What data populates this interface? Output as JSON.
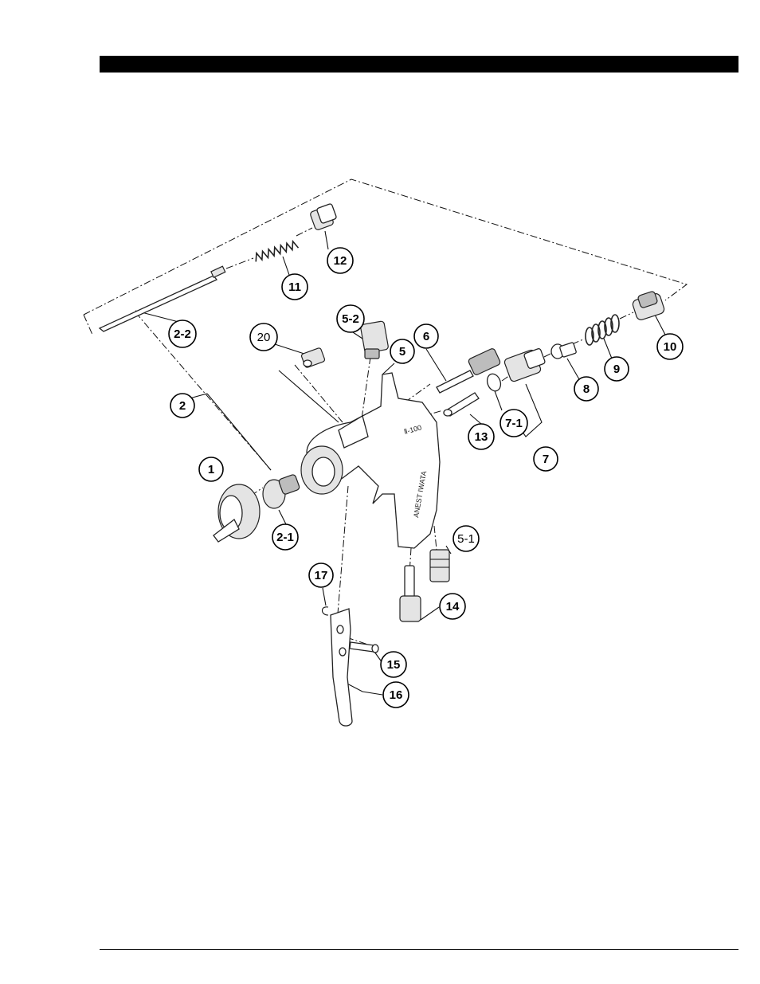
{
  "callouts": [
    {
      "id": "c1",
      "label": "1"
    },
    {
      "id": "c2",
      "label": "2"
    },
    {
      "id": "c2-1",
      "label": "2-1"
    },
    {
      "id": "c2-2",
      "label": "2-2"
    },
    {
      "id": "c5",
      "label": "5"
    },
    {
      "id": "c5-1",
      "label": "5-1"
    },
    {
      "id": "c5-2",
      "label": "5-2"
    },
    {
      "id": "c6",
      "label": "6"
    },
    {
      "id": "c7",
      "label": "7"
    },
    {
      "id": "c7-1",
      "label": "7-1"
    },
    {
      "id": "c8",
      "label": "8"
    },
    {
      "id": "c9",
      "label": "9"
    },
    {
      "id": "c10",
      "label": "10"
    },
    {
      "id": "c11",
      "label": "11"
    },
    {
      "id": "c12",
      "label": "12"
    },
    {
      "id": "c13",
      "label": "13"
    },
    {
      "id": "c14",
      "label": "14"
    },
    {
      "id": "c15",
      "label": "15"
    },
    {
      "id": "c16",
      "label": "16"
    },
    {
      "id": "c17",
      "label": "17"
    },
    {
      "id": "c20",
      "label": "20"
    }
  ],
  "gun_body_marking": "Ⅱ-100",
  "gun_handle_marking": "ANEST IWATA"
}
